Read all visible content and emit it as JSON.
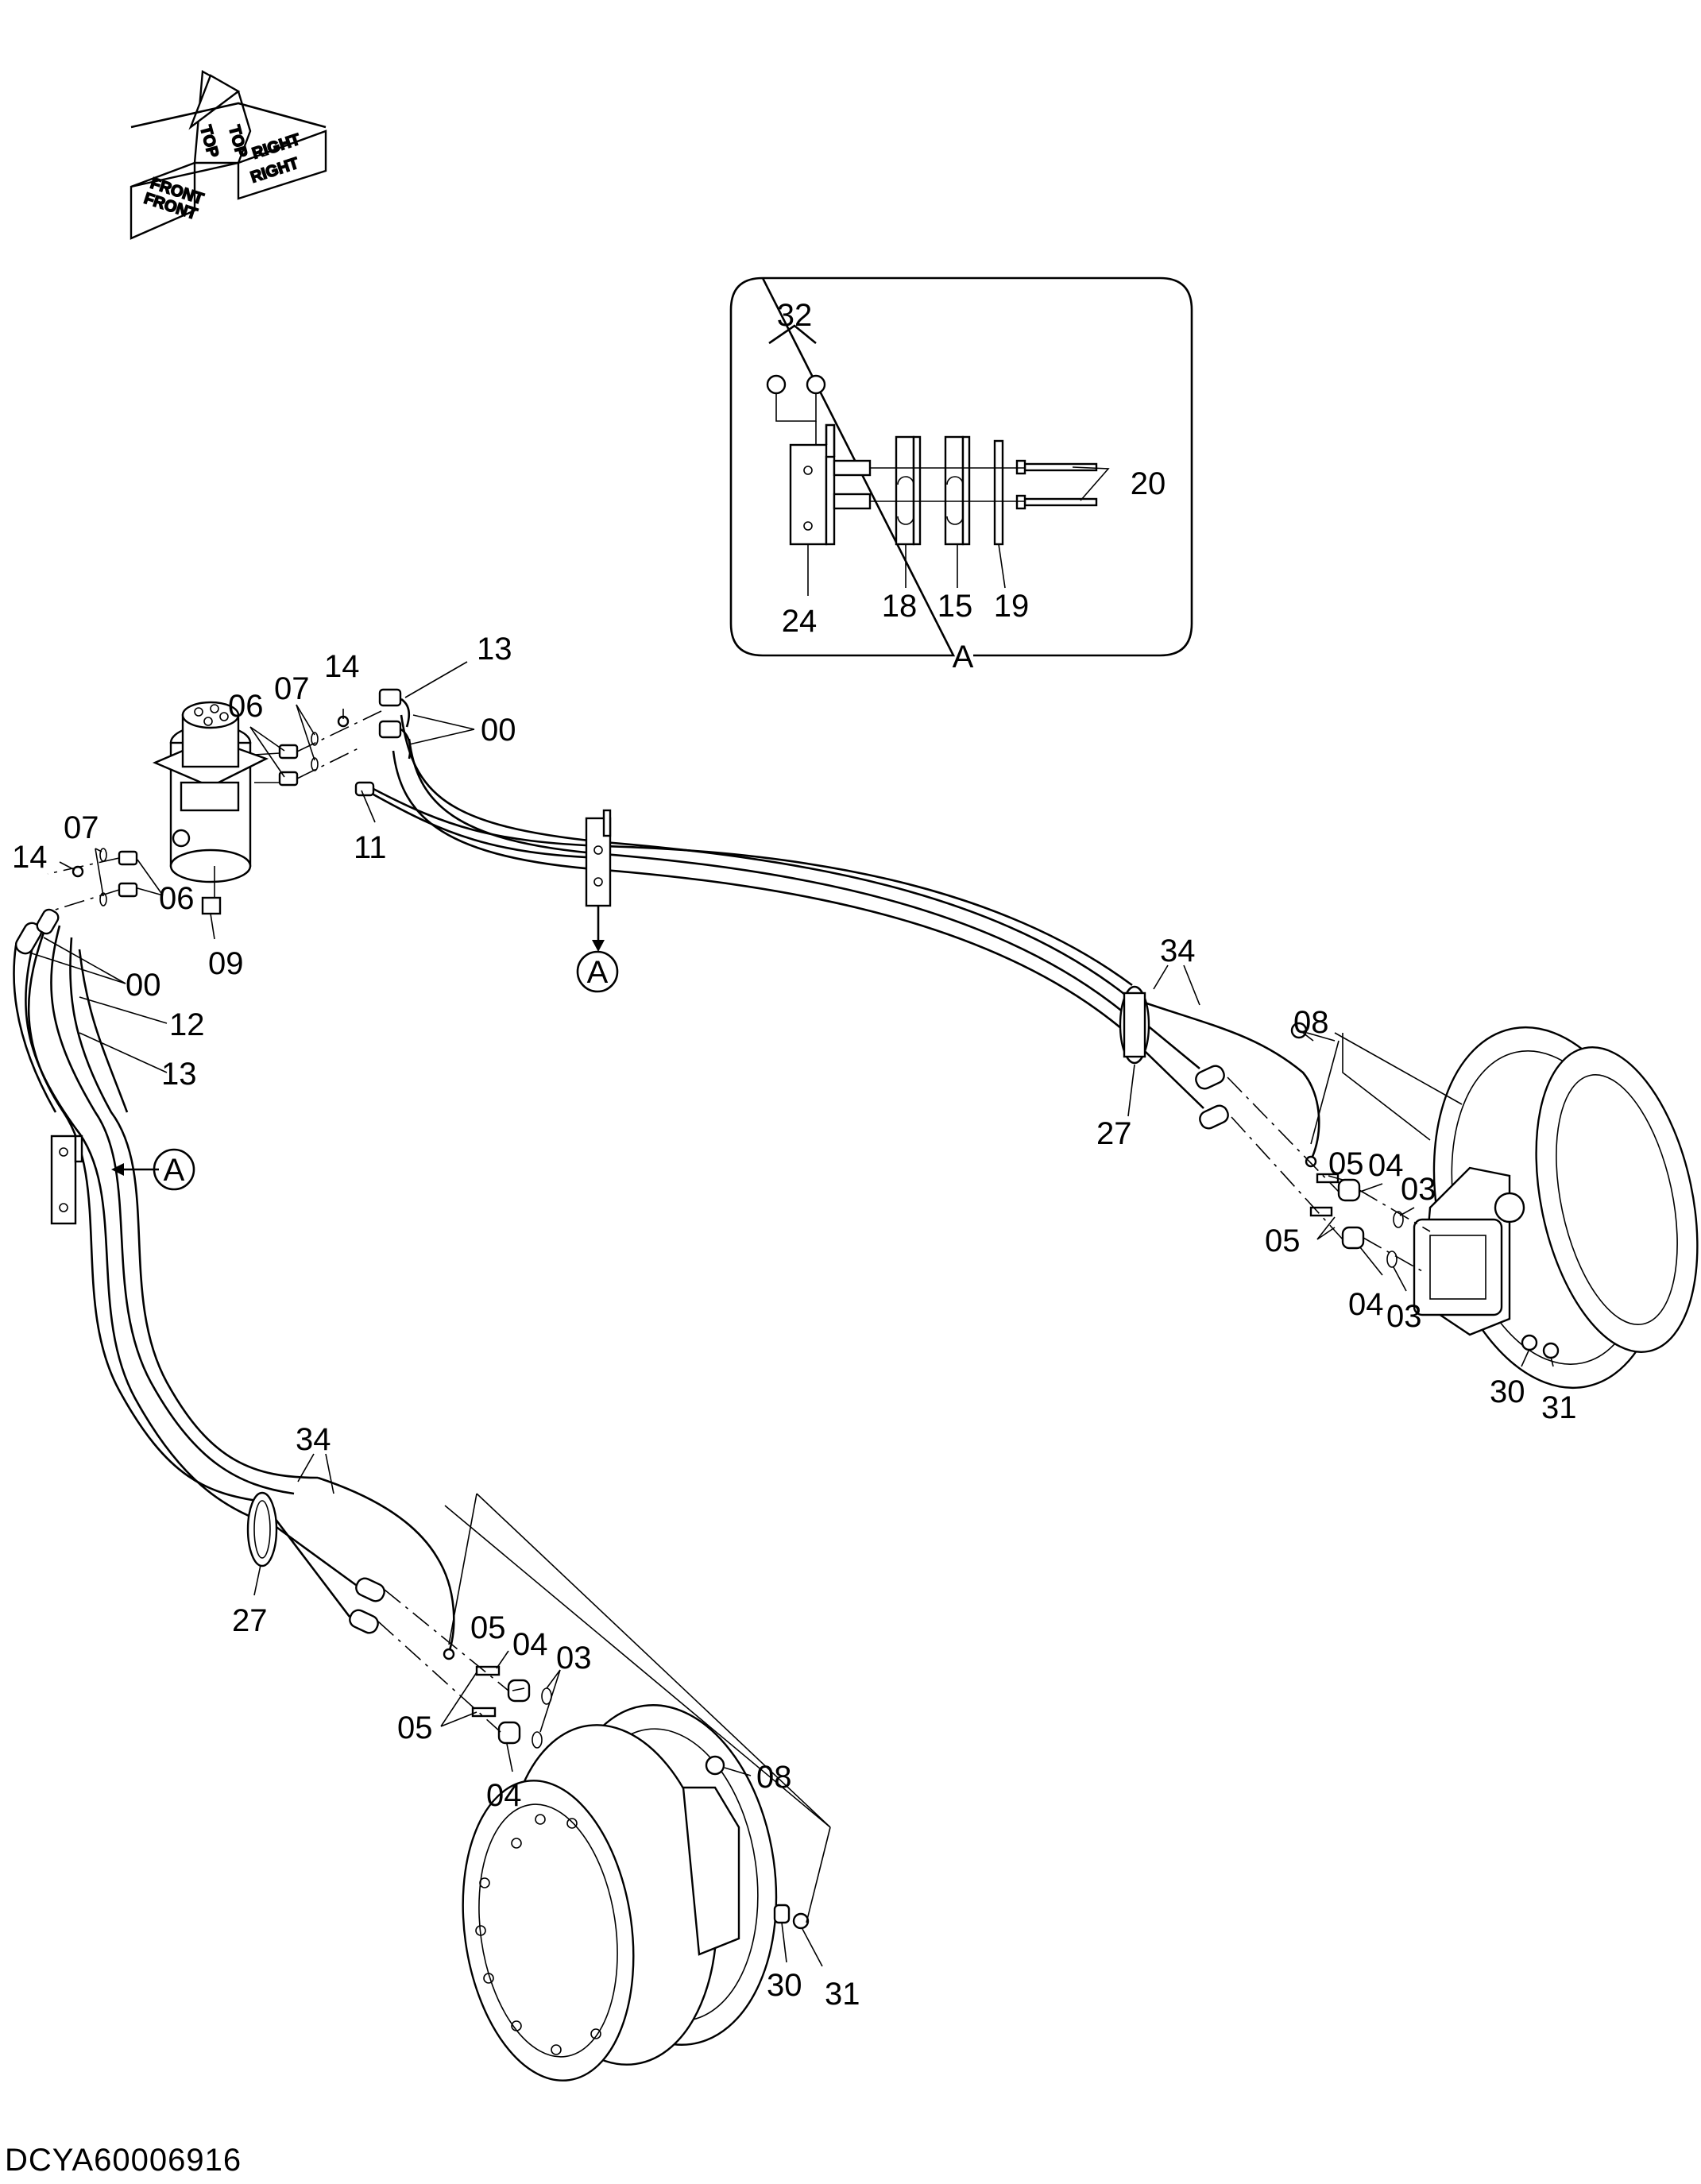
{
  "diagram": {
    "drawing_code": "DCYA60006916",
    "orientation_indicator": {
      "labels": [
        "FRONT",
        "TOP",
        "TOP",
        "RIGHT",
        "FRONT",
        "RIGHT"
      ]
    },
    "detail_view": {
      "caption": "A",
      "labels": [
        "32",
        "20",
        "24",
        "18",
        "15",
        "19"
      ]
    },
    "callout_letter": "A",
    "part_labels": {
      "p13a": "13",
      "p14a": "14",
      "p07a": "07",
      "p06a": "06",
      "p00a": "00",
      "p11": "11",
      "p07b": "07",
      "p14b": "14",
      "p06b": "06",
      "p09": "09",
      "p00b": "00",
      "p12": "12",
      "p13b": "13",
      "p34a": "34",
      "p08a": "08",
      "p27a": "27",
      "p05a": "05",
      "p04a": "04",
      "p03a": "03",
      "p05b": "05",
      "p04b": "04",
      "p03b": "03",
      "p30a": "30",
      "p31a": "31",
      "p34b": "34",
      "p27b": "27",
      "p05c": "05",
      "p04c": "04",
      "p03c": "03",
      "p05d": "05",
      "p04d": "04",
      "p08b": "08",
      "p30b": "30",
      "p31b": "31"
    }
  }
}
